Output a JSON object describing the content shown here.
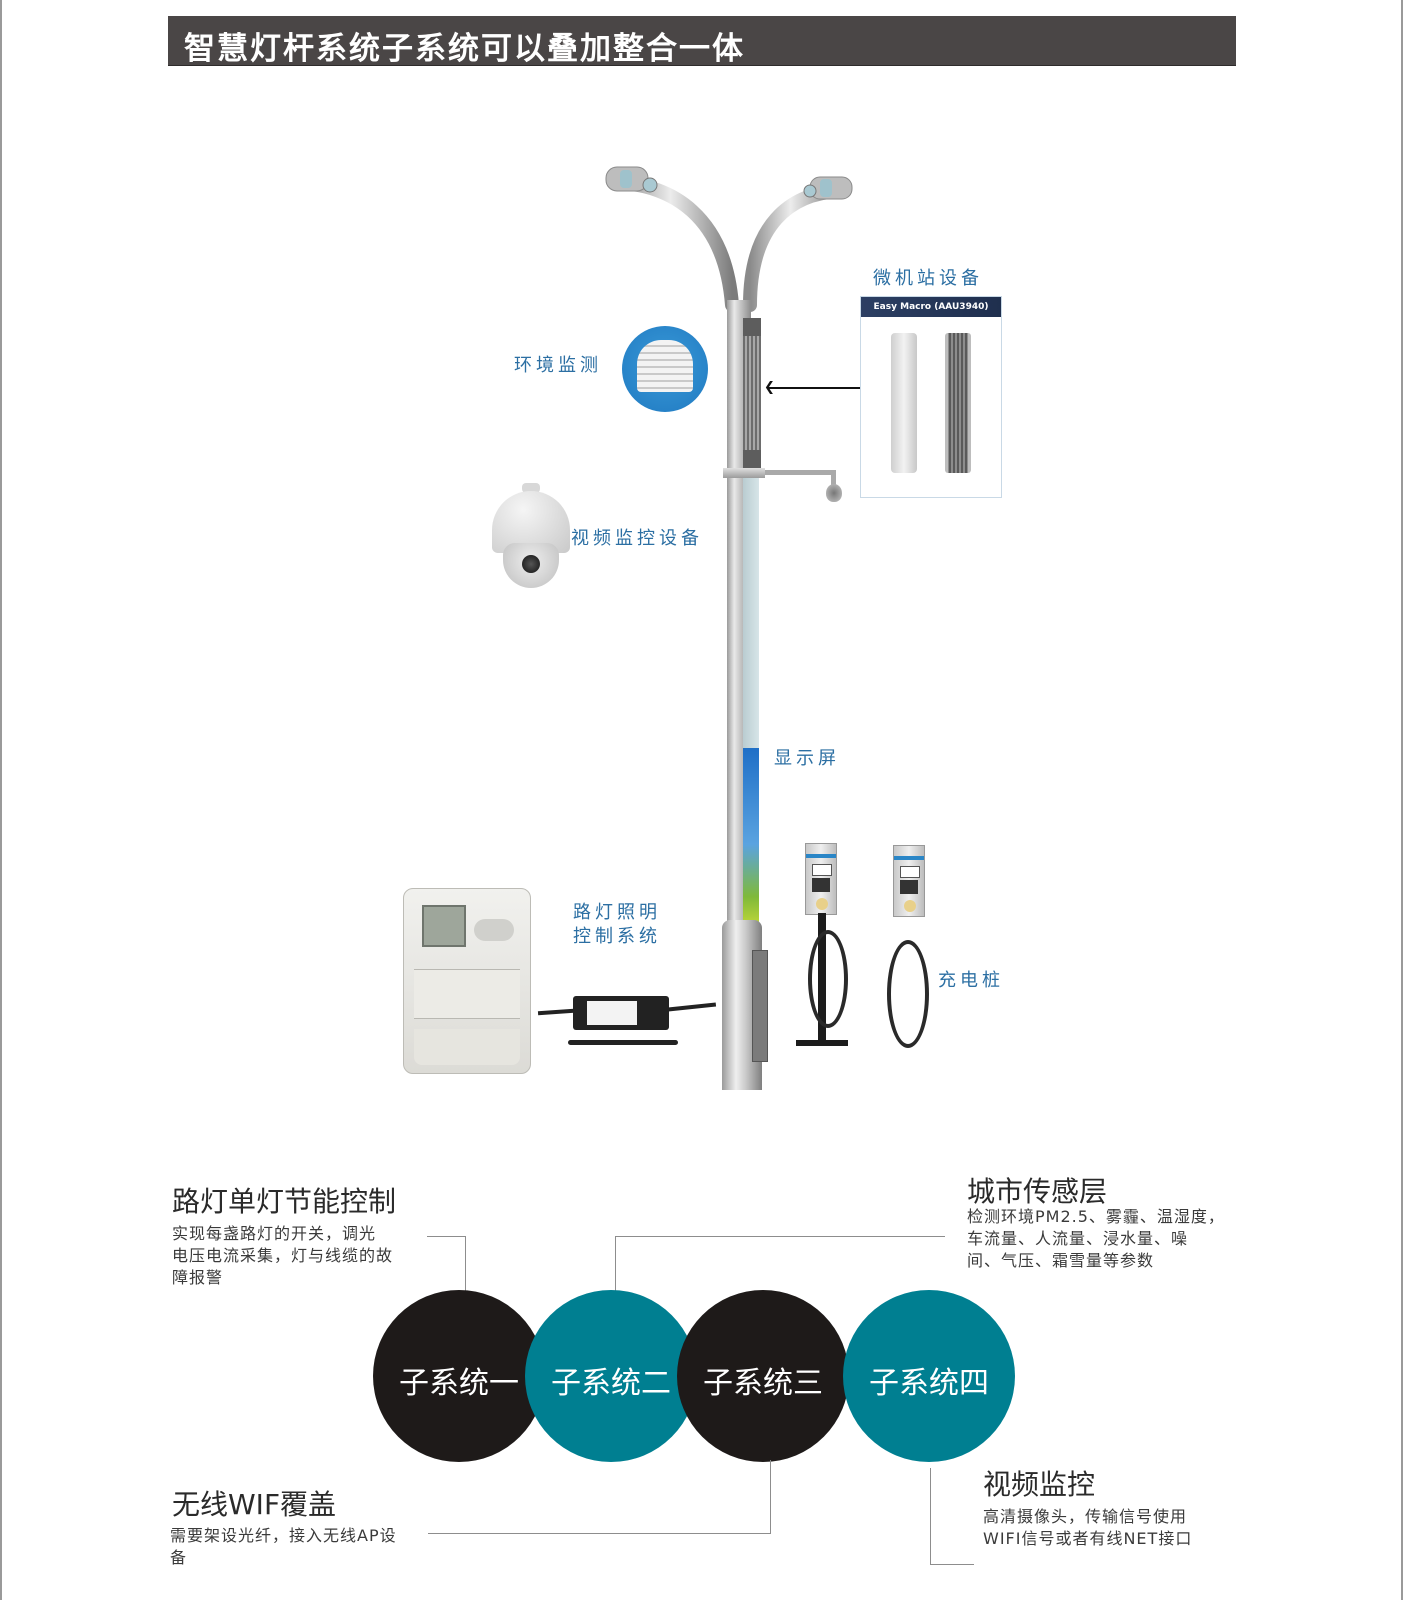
{
  "header": {
    "title": "智慧灯杆系统子系统可以叠加整合一体"
  },
  "diagram": {
    "callouts": {
      "micro_base_station": "微机站设备",
      "micro_base_station_model": "Easy Macro (AAU3940)",
      "environment_monitoring": "环境监测",
      "video_surveillance_device": "视频监控设备",
      "display_screen": "显示屏",
      "lighting_control_line1": "路灯照明",
      "lighting_control_line2": "控制系统",
      "charging_pile": "充电桩"
    },
    "colors": {
      "title_bar": "#4a4646",
      "callout_text": "#2c6fa3",
      "circle_dark": "#1e1a19",
      "circle_teal": "#007f91"
    }
  },
  "subsystems": [
    {
      "circle_label": "子系统一",
      "title": "路灯单灯节能控制",
      "desc_lines": [
        "实现每盏路灯的开关，调光",
        "电压电流采集，灯与线缆的故",
        "障报警"
      ]
    },
    {
      "circle_label": "子系统二",
      "title": "城市传感层",
      "desc_lines": [
        "检测环境PM2.5、雾霾、温湿度，",
        "车流量、人流量、浸水量、噪",
        "间、气压、霜雪量等参数"
      ]
    },
    {
      "circle_label": "子系统三",
      "title": "无线WIF覆盖",
      "desc_lines": [
        "需要架设光纤，接入无线AP设",
        "备"
      ]
    },
    {
      "circle_label": "子系统四",
      "title": "视频监控",
      "desc_lines": [
        "高清摄像头，传输信号使用",
        "WIFI信号或者有线NET接口"
      ]
    }
  ]
}
